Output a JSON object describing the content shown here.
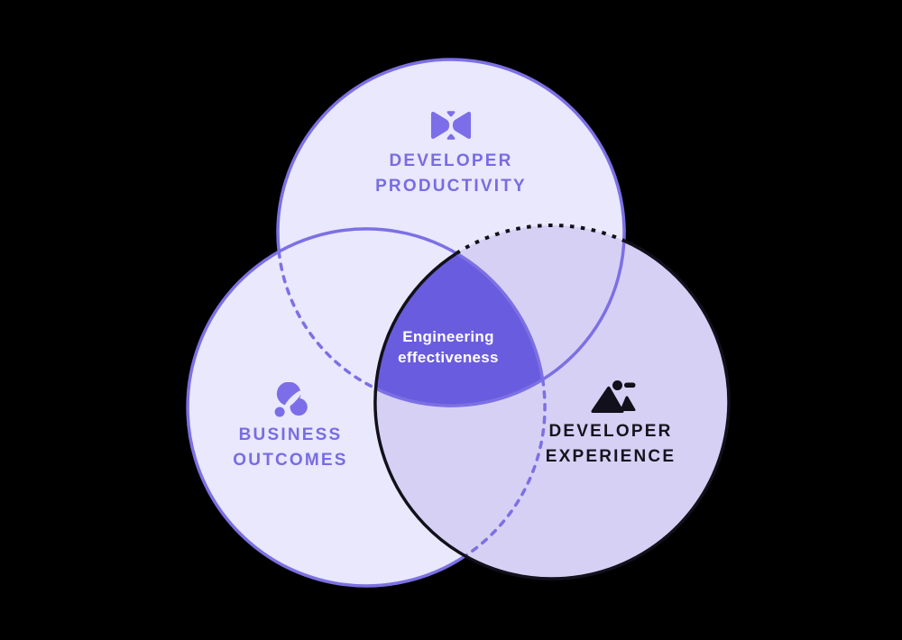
{
  "diagram": {
    "type": "venn-3",
    "sets": [
      {
        "id": "developer-productivity",
        "line1": "DEVELOPER",
        "line2": "PRODUCTIVITY",
        "icon": "hourglass-logo-icon",
        "text_color": "#786ce2",
        "outline": "solid purple, dashed where inside Business Outcomes circle"
      },
      {
        "id": "business-outcomes",
        "line1": "BUSINESS",
        "line2": "OUTCOMES",
        "icon": "bubbles-icon",
        "text_color": "#786ce2",
        "outline": "solid purple, dashed where inside Developer Experience circle"
      },
      {
        "id": "developer-experience",
        "line1": "DEVELOPER",
        "line2": "EXPERIENCE",
        "icon": "mountain-explorer-icon",
        "text_color": "#16131d",
        "outline": "solid black, dotted where inside Developer Productivity circle"
      }
    ],
    "intersection": {
      "line1": "Engineering",
      "line2": "effectiveness",
      "text_color": "#ffffff",
      "fill": "#6a5cde"
    }
  },
  "colors": {
    "background": "#000000",
    "circle-light": "#e9e8fc",
    "circle-right": "#d6d0f5",
    "center-fill": "#6a5cde",
    "purple-stroke": "#7c70e4",
    "black-stroke": "#12101a",
    "purple-text": "#786ce2",
    "dark-text": "#16131d",
    "center-text": "#ffffff",
    "icon-purple": "#7b6ee8"
  }
}
